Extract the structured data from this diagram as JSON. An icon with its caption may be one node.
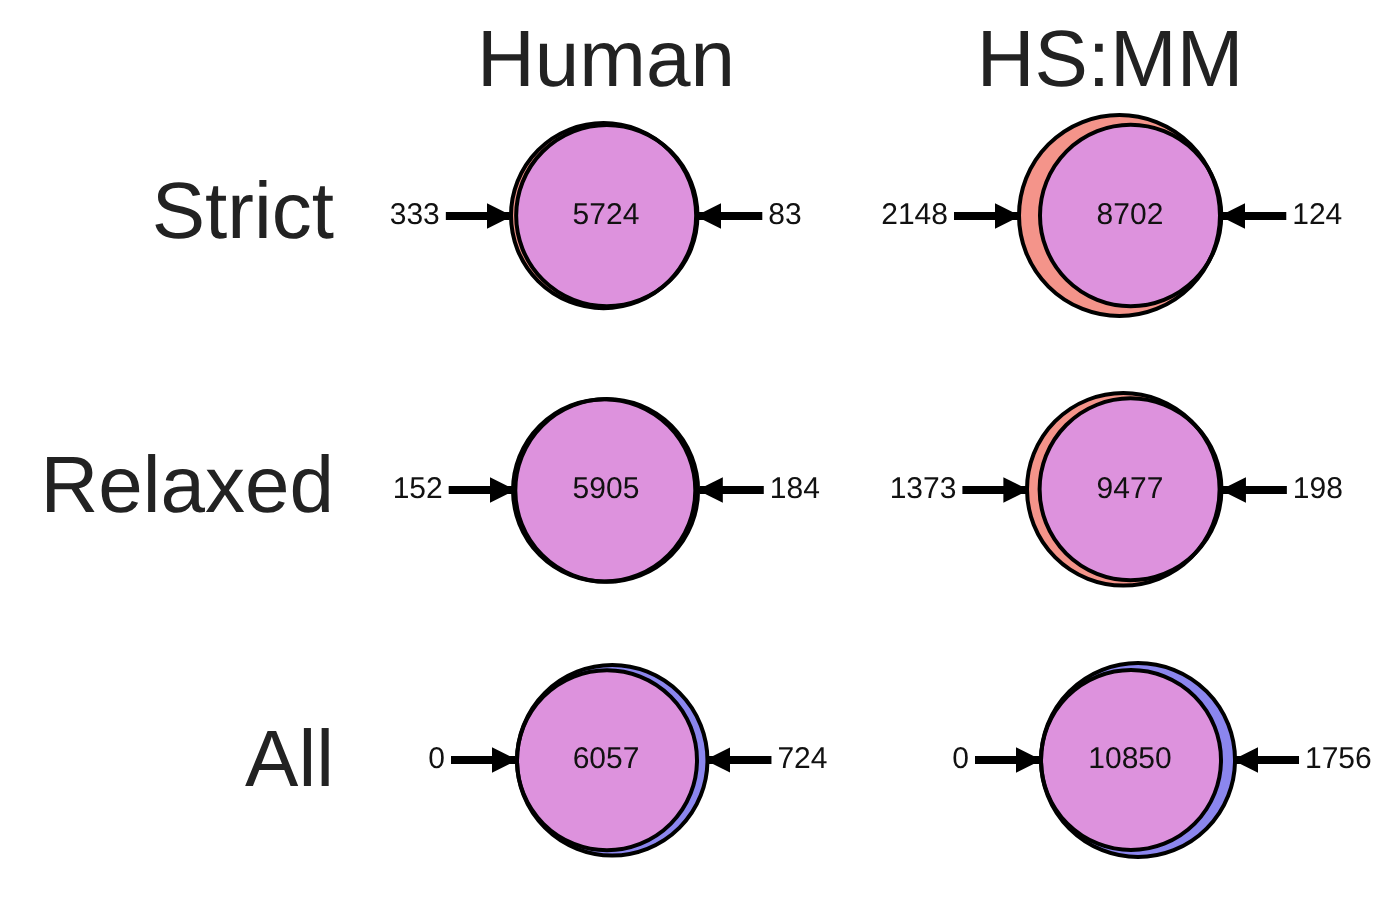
{
  "diagram": {
    "nodes": [
      {
        "text": [
          "333"
        ]
      },
      {
        "text": [
          "5724"
        ]
      },
      {
        "text": [
          "83"
        ]
      },
      {
        "text": [
          "2148"
        ]
      },
      {
        "text": [
          "8702"
        ]
      },
      {
        "text": [
          "124"
        ]
      },
      {
        "text": [
          "152"
        ]
      },
      {
        "text": [
          "5905"
        ]
      },
      {
        "text": [
          "184"
        ]
      },
      {
        "text": [
          "1373"
        ]
      },
      {
        "text": [
          "9477"
        ]
      },
      {
        "text": [
          "198"
        ]
      },
      {
        "text": [
          "0"
        ]
      },
      {
        "text": [
          "6057"
        ]
      },
      {
        "text": [
          "724"
        ]
      },
      {
        "text": [
          "0"
        ]
      },
      {
        "text": [
          "10850"
        ]
      },
      {
        "text": [
          "1756"
        ]
      }
    ],
    "edges": [
      {
        "from": 0,
        "to": 1,
        "arrow": "to"
      },
      {
        "from": 2,
        "to": 1,
        "arrow": "to"
      },
      {
        "from": 3,
        "to": 4,
        "arrow": "to"
      },
      {
        "from": 5,
        "to": 4,
        "arrow": "to"
      },
      {
        "from": 6,
        "to": 7,
        "arrow": "to"
      },
      {
        "from": 8,
        "to": 7,
        "arrow": "to"
      },
      {
        "from": 9,
        "to": 10,
        "arrow": "to"
      },
      {
        "from": 11,
        "to": 10,
        "arrow": "to"
      },
      {
        "from": 12,
        "to": 13,
        "arrow": "to"
      },
      {
        "from": 14,
        "to": 13,
        "arrow": "to"
      },
      {
        "from": 15,
        "to": 16,
        "arrow": "to"
      },
      {
        "from": 17,
        "to": 16,
        "arrow": "to"
      }
    ],
    "labels": [
      "Human",
      "HS:MM",
      "Strict",
      "Relaxed",
      "All"
    ]
  }
}
